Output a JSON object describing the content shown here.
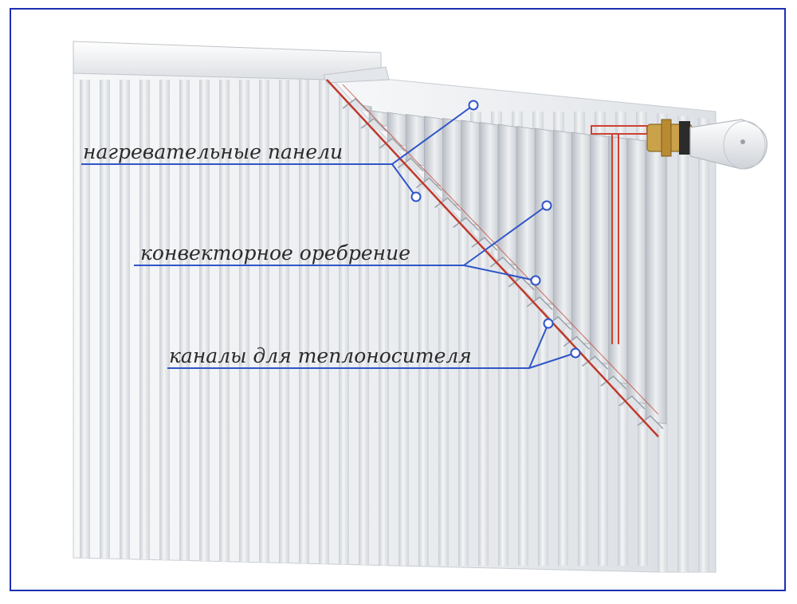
{
  "labels": {
    "heating_panels": "нагревательные панели",
    "convector_fins": "конвекторное оребрение",
    "coolant_channels": "каналы для теплоносителя"
  },
  "colors": {
    "frame": "#1c2fb0",
    "callout_line": "#2f55c8",
    "callout_dot": "#2f55c8",
    "cutaway_edge": "#c0392b",
    "pipe": "#d04030",
    "panel_base": "#eef0f2",
    "panel_stripe": "#d7dbe0"
  },
  "icons": {
    "thermostat": "thermostat-head-icon",
    "valve": "valve-icon"
  }
}
